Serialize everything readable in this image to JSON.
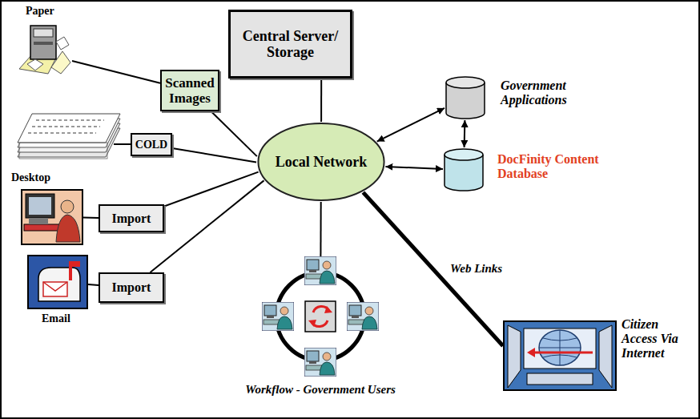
{
  "diagram": {
    "nodes": [
      {
        "text": [
          "Paper"
        ]
      },
      {
        "text": [
          "Scanned Images"
        ]
      },
      {
        "text": [
          "Central Server/ Storage"
        ]
      },
      {
        "text": [
          "Government Applications"
        ]
      },
      {
        "text": [
          "COLD"
        ]
      },
      {
        "text": [
          "Local Network"
        ]
      },
      {
        "text": [
          "DocFinity Content Database"
        ]
      },
      {
        "text": [
          "Desktop"
        ]
      },
      {
        "text": [
          "Import"
        ]
      },
      {
        "text": [
          "Email"
        ]
      },
      {
        "text": [
          "Import"
        ]
      },
      {
        "text": [
          "Workflow - Government Users"
        ]
      },
      {
        "text": [
          "Citizen Access Via Internet"
        ]
      }
    ],
    "edges": [
      {
        "from": 0,
        "to": 1,
        "arrow": "none"
      },
      {
        "from": 1,
        "to": 5,
        "arrow": "none"
      },
      {
        "from": 2,
        "to": 5,
        "arrow": "none"
      },
      {
        "from": 5,
        "to": 3,
        "arrow": "both"
      },
      {
        "from": 5,
        "to": 6,
        "arrow": "both"
      },
      {
        "from": 3,
        "to": 6,
        "arrow": "both"
      },
      {
        "from": 4,
        "to": 5,
        "arrow": "none"
      },
      {
        "from": 7,
        "to": 8,
        "arrow": "none"
      },
      {
        "from": 8,
        "to": 5,
        "arrow": "none"
      },
      {
        "from": 9,
        "to": 10,
        "arrow": "none"
      },
      {
        "from": 10,
        "to": 5,
        "arrow": "none"
      },
      {
        "from": 5,
        "to": 11,
        "arrow": "none"
      },
      {
        "from": 5,
        "to": 12,
        "label": "Web Links",
        "arrow": "none"
      }
    ]
  }
}
